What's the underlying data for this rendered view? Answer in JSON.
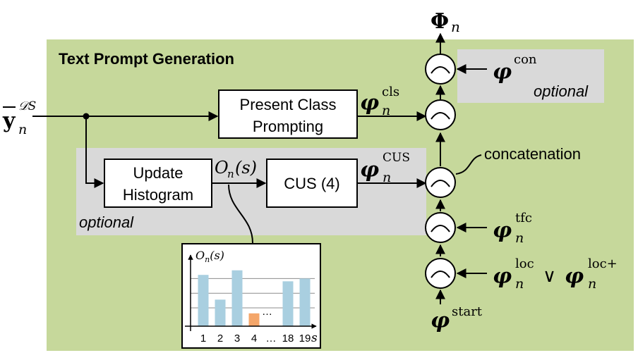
{
  "title": "Text Prompt Generation",
  "input_label": {
    "base": "y",
    "sup": "𝒟S",
    "sub": "n"
  },
  "blocks": {
    "present_class": [
      "Present Class",
      "Prompting"
    ],
    "update_histogram": [
      "Update",
      "Histogram"
    ],
    "cus": "CUS (4)"
  },
  "optional_label": "optional",
  "concatenation_label": "concatenation",
  "output_label": {
    "base": "Φ",
    "sub": "n"
  },
  "signal_labels": {
    "on_s": {
      "base": "O",
      "sub": "n",
      "rest": "(s)"
    },
    "cls": {
      "base": "φ",
      "sub": "n",
      "sup": "cls"
    },
    "cus": {
      "base": "φ",
      "sub": "n",
      "sup": "CUS"
    },
    "con": {
      "base": "φ",
      "sup": "con"
    },
    "tfc": {
      "base": "φ",
      "sub": "n",
      "sup": "tfc"
    },
    "loc": {
      "base": "φ",
      "sub": "n",
      "sup": "loc"
    },
    "or_symbol": "∨",
    "locplus": {
      "base": "φ",
      "sub": "n",
      "sup": "loc+"
    },
    "start": {
      "base": "φ",
      "sup": "start"
    }
  },
  "colors": {
    "panel_green": "#c6d89b",
    "optional_gray": "#d9d9d9",
    "bar_blue": "#a9cfe0",
    "bar_orange": "#f4a66a"
  },
  "chart_data": {
    "type": "bar",
    "title": "",
    "ylabel": "O_n(s)",
    "xlabel": "s",
    "categories": [
      "1",
      "2",
      "3",
      "4",
      "…",
      "18",
      "19"
    ],
    "tick_labels": [
      "1",
      "2",
      "3",
      "4",
      "…",
      "18",
      "19"
    ],
    "ellipsis_label": "…",
    "values": [
      5.6,
      2.9,
      6.1,
      1.4,
      null,
      4.9,
      5.2
    ],
    "highlight_index": 3,
    "ylim": [
      0,
      7
    ],
    "grid": true
  }
}
